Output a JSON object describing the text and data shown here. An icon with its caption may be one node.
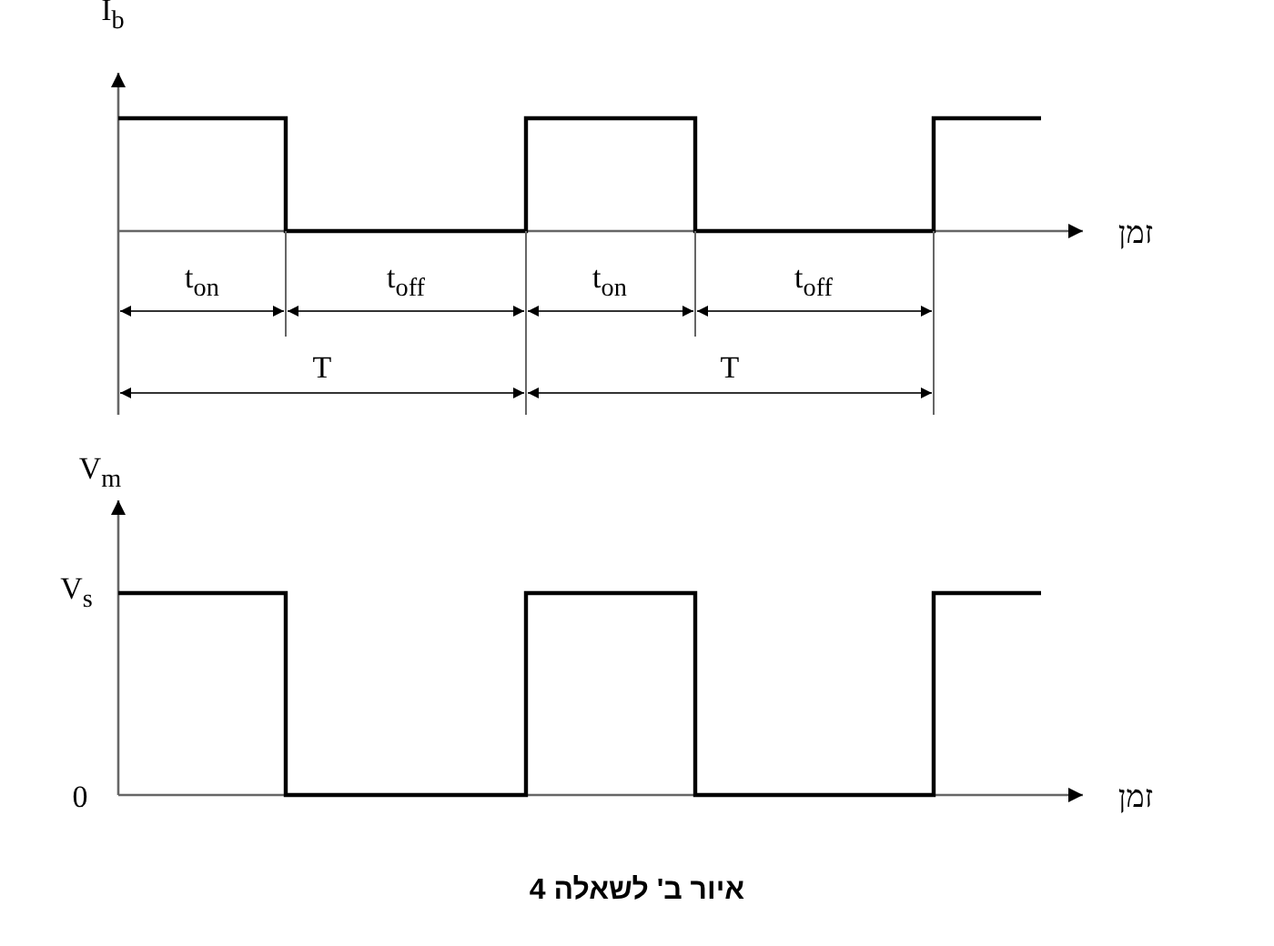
{
  "diagram": {
    "caption": "איור ב' לשאלה 4",
    "labels": [
      "I$_{b}$",
      "זמן",
      "t$_{on}$",
      "t$_{off}$",
      "t$_{on}$",
      "t$_{off}$",
      "T",
      "T",
      "V$_{m}$",
      "V$_{s}$",
      "0",
      "זמן"
    ]
  }
}
